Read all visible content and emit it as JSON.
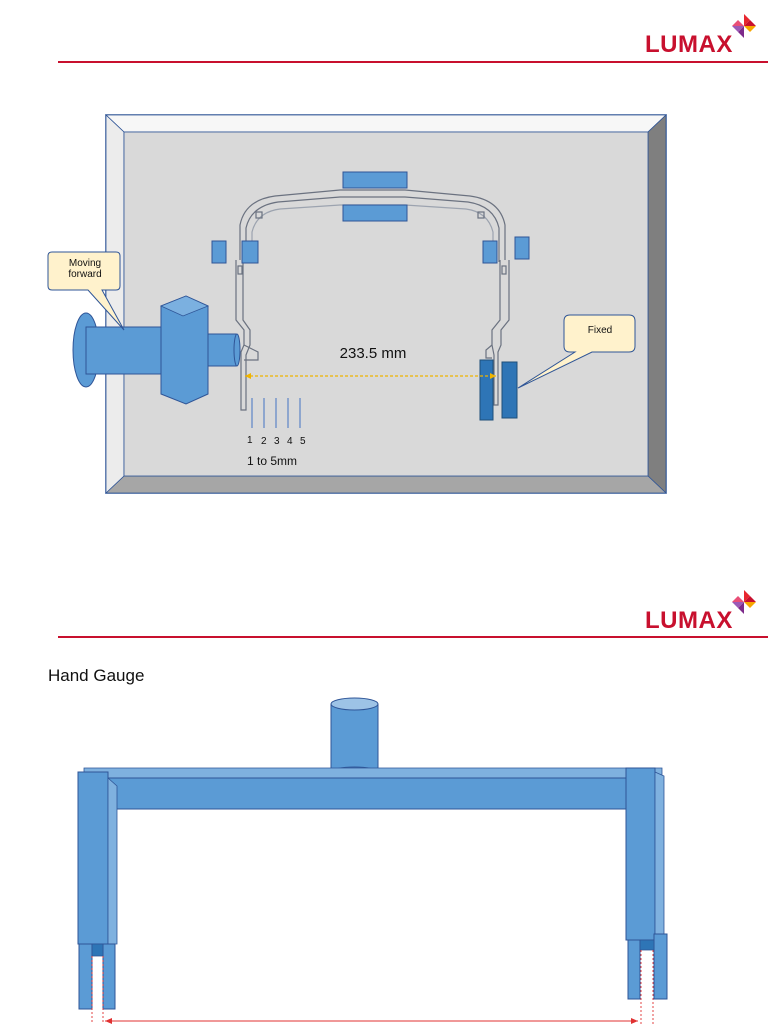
{
  "brand": {
    "logo_text": "LUMAX",
    "primary_color": "#c8102e",
    "accent_blue": "#5b9bd5",
    "callout_fill": "#fff2cc"
  },
  "slide1": {
    "callout_moving": "Moving\nforward",
    "callout_fixed": "Fixed",
    "distance_label": "233.5 mm",
    "ticks": [
      "1",
      "2",
      "3",
      "4",
      "5"
    ],
    "range_label": "1 to 5mm"
  },
  "slide2": {
    "title": "Hand Gauge"
  }
}
